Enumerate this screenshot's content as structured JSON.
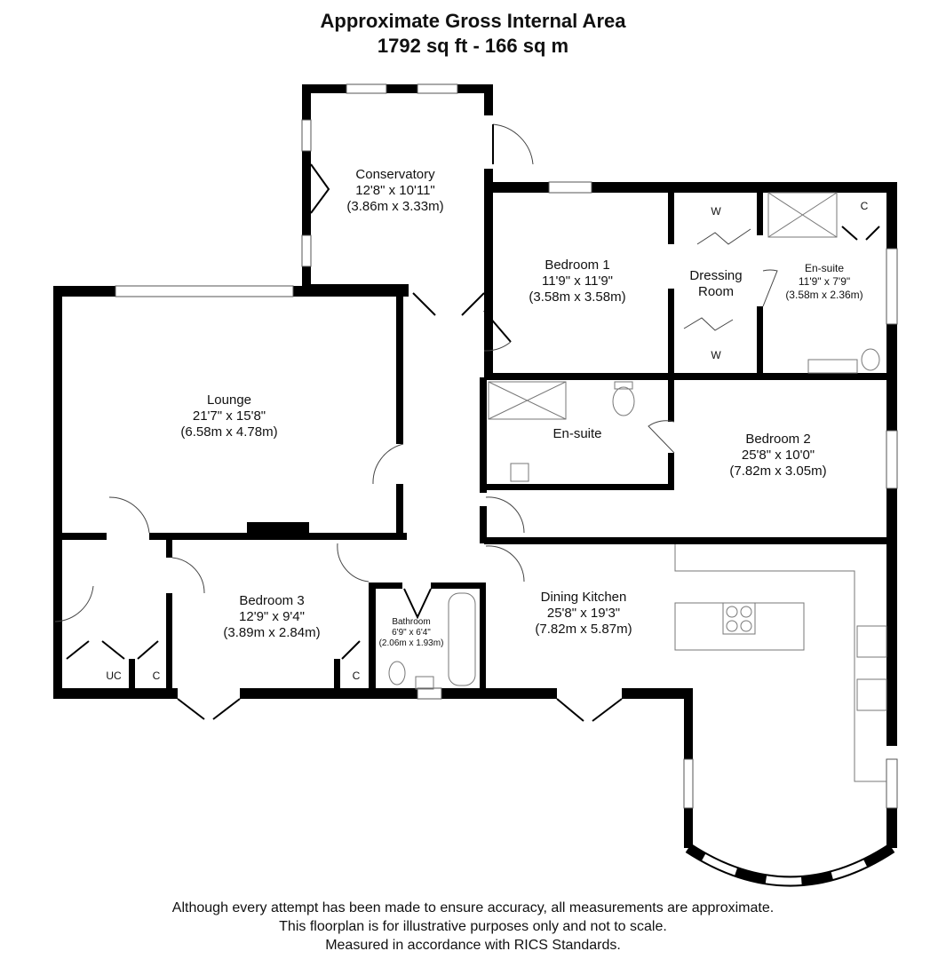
{
  "header": {
    "title": "Approximate Gross Internal Area",
    "area": "1792 sq ft - 166 sq m"
  },
  "rooms": [
    {
      "name": "Conservatory",
      "imperial": "12'8\" x 10'11\"",
      "metric": "(3.86m x 3.33m)"
    },
    {
      "name": "Bedroom 1",
      "imperial": "11'9\" x 11'9\"",
      "metric": "(3.58m x 3.58m)"
    },
    {
      "name": "Dressing Room",
      "imperial": "",
      "metric": ""
    },
    {
      "name": "En-suite",
      "imperial": "11'9\" x 7'9\"",
      "metric": "(3.58m x 2.36m)"
    },
    {
      "name": "Lounge",
      "imperial": "21'7\" x 15'8\"",
      "metric": "(6.58m x 4.78m)"
    },
    {
      "name": "En-suite",
      "imperial": "",
      "metric": ""
    },
    {
      "name": "Bedroom 2",
      "imperial": "25'8\" x 10'0\"",
      "metric": "(7.82m x 3.05m)"
    },
    {
      "name": "Bedroom 3",
      "imperial": "12'9\" x 9'4\"",
      "metric": "(3.89m x 2.84m)"
    },
    {
      "name": "Bathroom",
      "imperial": "6'9\" x 6'4\"",
      "metric": "(2.06m x 1.93m)"
    },
    {
      "name": "Dining Kitchen",
      "imperial": "25'8\" x 19'3\"",
      "metric": "(7.82m x 5.87m)"
    }
  ],
  "dressing_room_lines": [
    "Dressing",
    "Room"
  ],
  "storage_tags": {
    "wardrobe_top": "W",
    "wardrobe_bottom": "W",
    "ensuite_cupboard": "C",
    "under_cupboard": "UC",
    "hall_cupboard": "C",
    "bedroom3_cupboard": "C"
  },
  "footer": {
    "lines": [
      "Although every attempt has been made to ensure accuracy, all measurements are approximate.",
      "This floorplan is for illustrative purposes only and not to scale.",
      "Measured in accordance with RICS Standards."
    ]
  },
  "colors": {
    "wall": "#000000",
    "fixture": "#888888",
    "background": "#ffffff"
  }
}
